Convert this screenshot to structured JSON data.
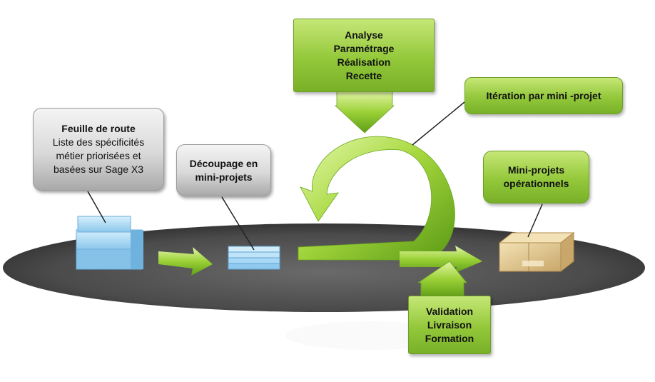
{
  "boxes": {
    "feuille_de_route": {
      "title": "Feuille de route",
      "line1": "Liste des spécificités",
      "line2": "métier priorisées et",
      "line3": "basées sur Sage X3"
    },
    "decoupage": {
      "line1": "Découpage en",
      "line2": "mini-projets"
    },
    "analyse": {
      "line1": "Analyse",
      "line2": "Paramétrage",
      "line3": "Réalisation",
      "line4": "Recette"
    },
    "iteration": {
      "line1": "Itération par mini -projet"
    },
    "mini_projets": {
      "line1": "Mini-projets",
      "line2": "opérationnels"
    },
    "validation": {
      "line1": "Validation",
      "line2": "Livraison",
      "line3": "Formation"
    }
  },
  "colors": {
    "green_box": "#93c83a",
    "grey_box": "#d9d9d9",
    "platform": "#5a5a5a",
    "blue_stack": "#9fd3f0",
    "cardboard": "#e3c98f"
  }
}
